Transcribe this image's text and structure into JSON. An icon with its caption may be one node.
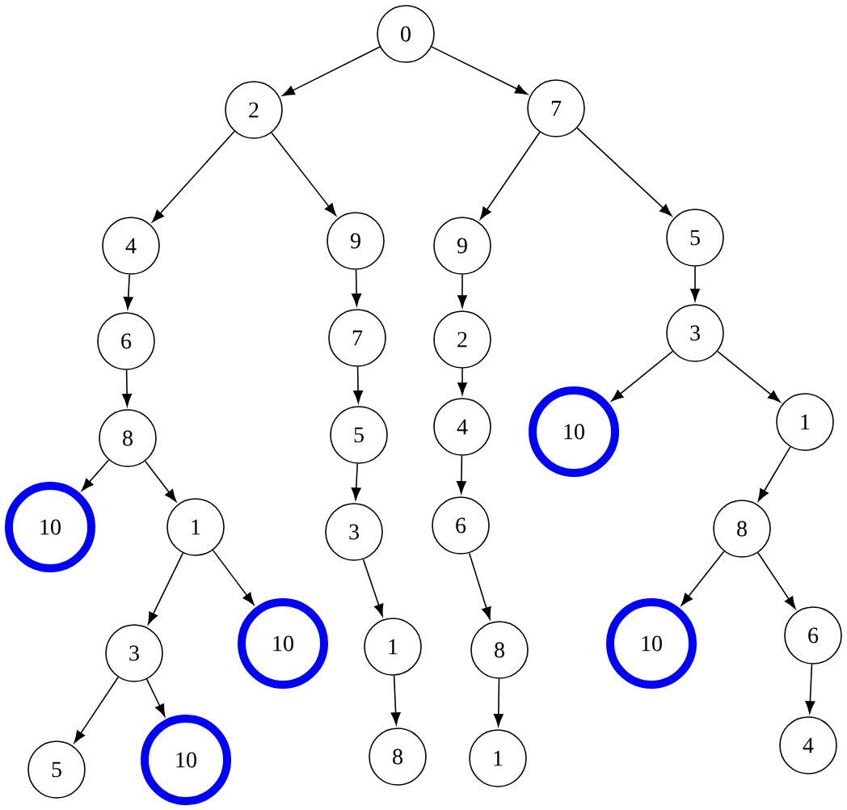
{
  "diagram": {
    "nodes": [
      {
        "text": [
          "0"
        ]
      },
      {
        "text": [
          "2"
        ]
      },
      {
        "text": [
          "7"
        ]
      },
      {
        "text": [
          "4"
        ]
      },
      {
        "text": [
          "9"
        ]
      },
      {
        "text": [
          "9"
        ]
      },
      {
        "text": [
          "5"
        ]
      },
      {
        "text": [
          "6"
        ]
      },
      {
        "text": [
          "7"
        ]
      },
      {
        "text": [
          "2"
        ]
      },
      {
        "text": [
          "3"
        ]
      },
      {
        "text": [
          "8"
        ]
      },
      {
        "text": [
          "5"
        ]
      },
      {
        "text": [
          "4"
        ]
      },
      {
        "text": [
          "10"
        ]
      },
      {
        "text": [
          "1"
        ]
      },
      {
        "text": [
          "10"
        ]
      },
      {
        "text": [
          "1"
        ]
      },
      {
        "text": [
          "3"
        ]
      },
      {
        "text": [
          "6"
        ]
      },
      {
        "text": [
          "8"
        ]
      },
      {
        "text": [
          "3"
        ]
      },
      {
        "text": [
          "10"
        ]
      },
      {
        "text": [
          "1"
        ]
      },
      {
        "text": [
          "8"
        ]
      },
      {
        "text": [
          "10"
        ]
      },
      {
        "text": [
          "6"
        ]
      },
      {
        "text": [
          "5"
        ]
      },
      {
        "text": [
          "10"
        ]
      },
      {
        "text": [
          "8"
        ]
      },
      {
        "text": [
          "1"
        ]
      },
      {
        "text": [
          "4"
        ]
      }
    ],
    "edges": [
      {
        "from": 0,
        "to": 1,
        "arrow": "to"
      },
      {
        "from": 0,
        "to": 2,
        "arrow": "to"
      },
      {
        "from": 1,
        "to": 3,
        "arrow": "to"
      },
      {
        "from": 1,
        "to": 4,
        "arrow": "to"
      },
      {
        "from": 2,
        "to": 5,
        "arrow": "to"
      },
      {
        "from": 2,
        "to": 6,
        "arrow": "to"
      },
      {
        "from": 3,
        "to": 7,
        "arrow": "to"
      },
      {
        "from": 7,
        "to": 11,
        "arrow": "to"
      },
      {
        "from": 11,
        "to": 16,
        "arrow": "to"
      },
      {
        "from": 11,
        "to": 17,
        "arrow": "to"
      },
      {
        "from": 17,
        "to": 21,
        "arrow": "to"
      },
      {
        "from": 17,
        "to": 22,
        "arrow": "to"
      },
      {
        "from": 21,
        "to": 27,
        "arrow": "to"
      },
      {
        "from": 21,
        "to": 28,
        "arrow": "to"
      },
      {
        "from": 4,
        "to": 8,
        "arrow": "to"
      },
      {
        "from": 8,
        "to": 12,
        "arrow": "to"
      },
      {
        "from": 12,
        "to": 18,
        "arrow": "to"
      },
      {
        "from": 18,
        "to": 23,
        "arrow": "to"
      },
      {
        "from": 23,
        "to": 29,
        "arrow": "to"
      },
      {
        "from": 5,
        "to": 9,
        "arrow": "to"
      },
      {
        "from": 9,
        "to": 13,
        "arrow": "to"
      },
      {
        "from": 13,
        "to": 19,
        "arrow": "to"
      },
      {
        "from": 19,
        "to": 24,
        "arrow": "to"
      },
      {
        "from": 24,
        "to": 30,
        "arrow": "to"
      },
      {
        "from": 6,
        "to": 10,
        "arrow": "to"
      },
      {
        "from": 10,
        "to": 14,
        "arrow": "to"
      },
      {
        "from": 10,
        "to": 15,
        "arrow": "to"
      },
      {
        "from": 15,
        "to": 20,
        "arrow": "to"
      },
      {
        "from": 20,
        "to": 25,
        "arrow": "to"
      },
      {
        "from": 20,
        "to": 26,
        "arrow": "to"
      },
      {
        "from": 26,
        "to": 31,
        "arrow": "to"
      }
    ]
  }
}
